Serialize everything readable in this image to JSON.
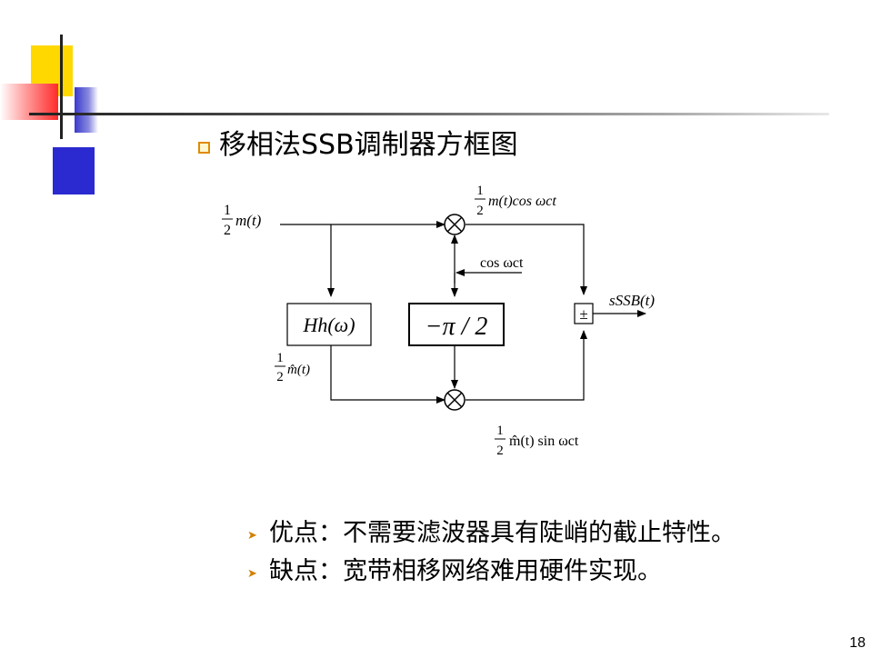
{
  "slide": {
    "title": "移相法SSB调制器方框图",
    "page_number": "18",
    "bullets": [
      {
        "text": "优点：不需要滤波器具有陡峭的截止特性。"
      },
      {
        "text": "缺点：宽带相移网络难用硬件实现。"
      }
    ]
  },
  "diagram": {
    "input_upper": {
      "num": "1",
      "den": "2",
      "expr": "m(t)"
    },
    "input_lower": {
      "num": "1",
      "den": "2",
      "expr": "m̂(t)"
    },
    "upper_product": {
      "num": "1",
      "den": "2",
      "expr": "m(t)cos ωct"
    },
    "lower_product": {
      "num": "1",
      "den": "2",
      "expr": "m̂(t) sin ωct"
    },
    "carrier": "cos ωct",
    "hilbert_block": "Hh(ω)",
    "phase_block": "−π / 2",
    "sum_symbol": "±",
    "multiplier_symbol": "⊗",
    "output": "sSSB(t)"
  },
  "colors": {
    "accent_yellow": "#ffd800",
    "accent_red": "#ff2a2a",
    "accent_blue": "#2a2ad0",
    "bullet_orange": "#e08a00"
  }
}
